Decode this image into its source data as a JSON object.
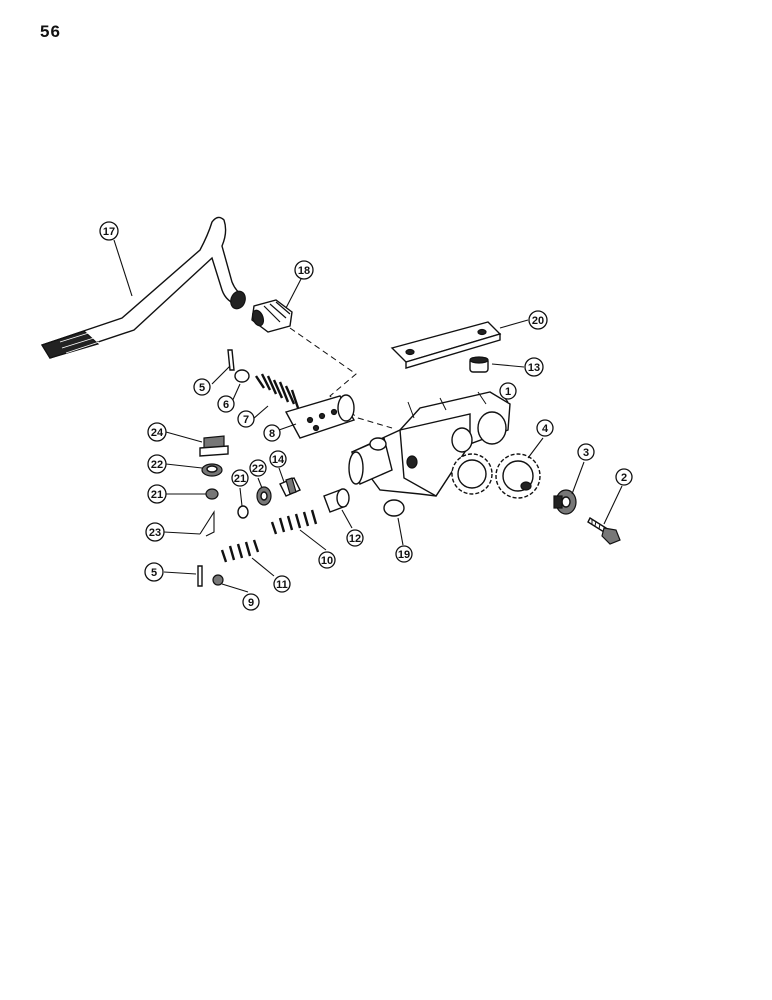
{
  "page": {
    "number": "56"
  },
  "callouts": [
    {
      "key": "17",
      "label": "17"
    },
    {
      "key": "18",
      "label": "18"
    },
    {
      "key": "20",
      "label": "20"
    },
    {
      "key": "13",
      "label": "13"
    },
    {
      "key": "1",
      "label": "1"
    },
    {
      "key": "5a",
      "label": "5"
    },
    {
      "key": "6",
      "label": "6"
    },
    {
      "key": "7",
      "label": "7"
    },
    {
      "key": "8",
      "label": "8"
    },
    {
      "key": "24",
      "label": "24"
    },
    {
      "key": "4",
      "label": "4"
    },
    {
      "key": "22a",
      "label": "22"
    },
    {
      "key": "14",
      "label": "14"
    },
    {
      "key": "21a",
      "label": "21"
    },
    {
      "key": "3",
      "label": "3"
    },
    {
      "key": "2",
      "label": "2"
    },
    {
      "key": "21b",
      "label": "21"
    },
    {
      "key": "22b",
      "label": "22"
    },
    {
      "key": "12",
      "label": "12"
    },
    {
      "key": "19",
      "label": "19"
    },
    {
      "key": "23",
      "label": "23"
    },
    {
      "key": "10",
      "label": "10"
    },
    {
      "key": "11",
      "label": "11"
    },
    {
      "key": "5b",
      "label": "5"
    },
    {
      "key": "9",
      "label": "9"
    }
  ]
}
